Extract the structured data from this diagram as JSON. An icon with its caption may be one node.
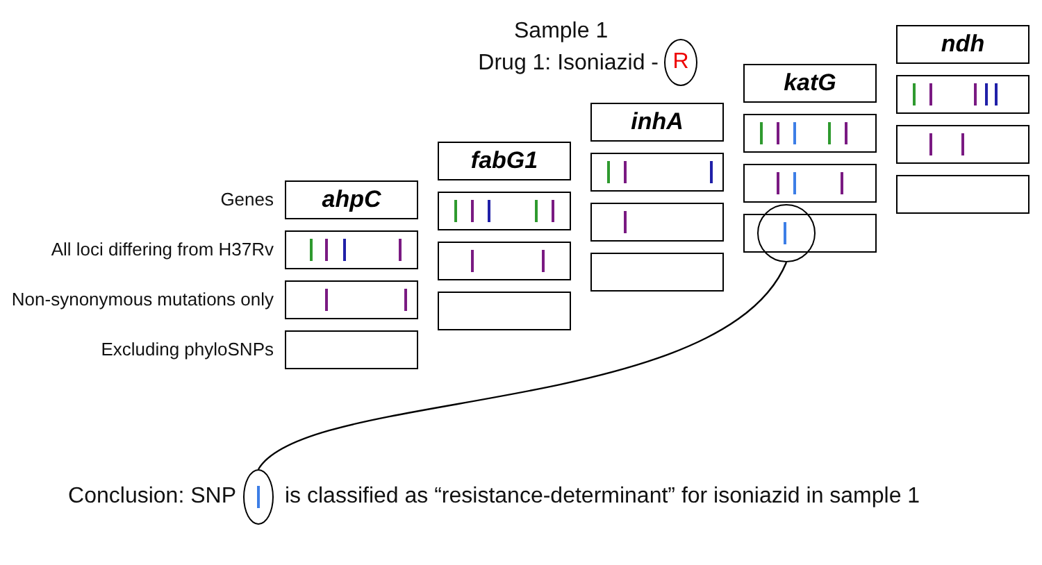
{
  "diagram": {
    "title": "Sample 1",
    "nodes": [
      {
        "text": [
          "R"
        ]
      },
      {
        "text": [
          "ahpC"
        ]
      },
      {
        "text": [
          "fabG1"
        ]
      },
      {
        "text": [
          "inhA"
        ]
      },
      {
        "text": [
          "katG"
        ]
      },
      {
        "text": [
          "ndh"
        ]
      },
      {
        "text": [],
        "shape": "box"
      },
      {
        "text": [],
        "shape": "box"
      },
      {
        "text": [],
        "shape": "box"
      },
      {
        "text": [],
        "shape": "box"
      },
      {
        "text": [],
        "shape": "box"
      },
      {
        "text": [],
        "shape": "box"
      },
      {
        "text": [],
        "shape": "box"
      },
      {
        "text": [],
        "shape": "box"
      },
      {
        "text": [],
        "shape": "box"
      },
      {
        "text": [],
        "shape": "box"
      },
      {
        "text": [],
        "shape": "box"
      },
      {
        "text": [],
        "shape": "box"
      },
      {
        "text": [],
        "shape": "box"
      },
      {
        "text": [],
        "shape": "box"
      },
      {
        "text": [],
        "shape": "box"
      },
      {
        "text": [],
        "shape": "circle"
      },
      {
        "text": [],
        "shape": "circle"
      }
    ],
    "edges": [
      {
        "from": 21,
        "to": 22,
        "arrow": "none"
      }
    ],
    "labels": [
      "Drug 1: Isoniazid -",
      "Genes",
      "All loci differing from H37Rv",
      "Non-synonymous mutations only",
      "Excluding phyloSNPs",
      "Conclusion: SNP",
      "is classified as “resistance-determinant” for isoniazid in sample 1"
    ]
  }
}
